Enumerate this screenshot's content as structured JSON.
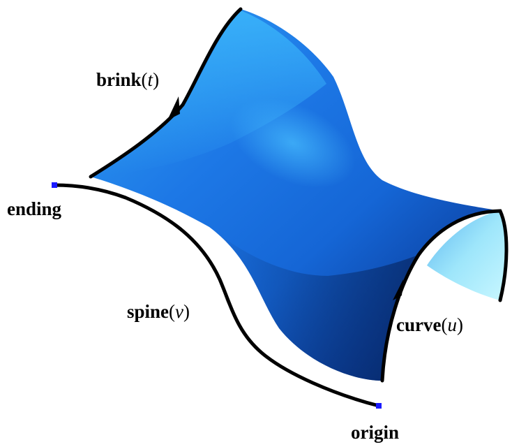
{
  "labels": {
    "brink": {
      "name": "brink",
      "open": "(",
      "variable": "t",
      "close": ")"
    },
    "ending": {
      "text": "ending"
    },
    "spine": {
      "name": "spine",
      "open": "(",
      "variable": "v",
      "close": ")"
    },
    "curve": {
      "name": "curve",
      "open": "(",
      "variable": "u",
      "close": ")"
    },
    "origin": {
      "text": "origin"
    }
  },
  "colors": {
    "surface_dark": "#0a2f7a",
    "surface_mid": "#1e72e0",
    "surface_light": "#33a8f5",
    "inner_light": "#bff4ff",
    "curve_stroke": "#000000",
    "endpoint_marker": "#1a1aff"
  },
  "icons": {
    "arrow": "filled-triangle-arrowhead",
    "endpoint": "blue-square-marker"
  }
}
